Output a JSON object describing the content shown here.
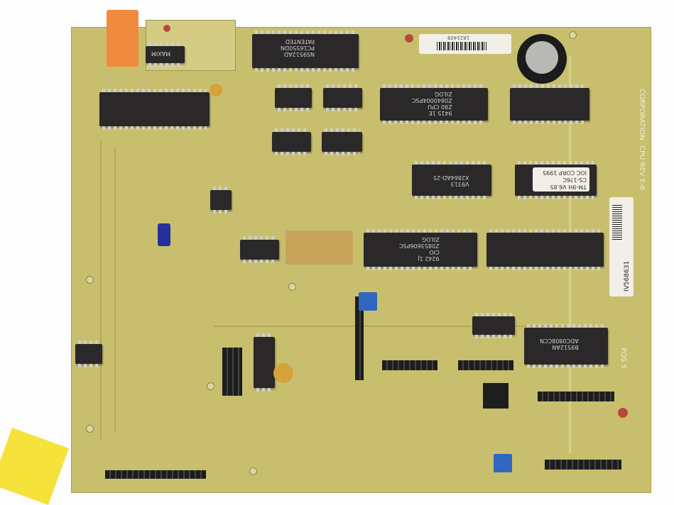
{
  "chips": {
    "uart": [
      "NS9512AD",
      "PC16550DN",
      "PATENTED"
    ],
    "cpu": [
      "ZILOG",
      "Z0840004PSC",
      "Z80 CPU",
      "9415 1E"
    ],
    "cio": [
      "ZILOG",
      "Z0853606PSC",
      "CIO",
      "9242 1J"
    ],
    "eeprom": [
      "X2864AD-25",
      "V9313"
    ],
    "firmware_label": [
      "TM-9H  V6.85",
      "CS-1?6C",
      "IOC CORP 1995"
    ],
    "adc": [
      "ADC0808CCN",
      "B9512AN"
    ],
    "maxim": "MAXIM"
  },
  "stickers": {
    "top_barcode": "1821409",
    "side_barcode": "IV568631"
  },
  "silkscreen": {
    "board_name": "CPU REV E-6",
    "corporation": "CORPORATION",
    "pos": "POS 5"
  },
  "colors": {
    "board": "#c8bf6e",
    "chip": "#2a2828",
    "connector": "#f08a3c",
    "tag": "#f5e23a"
  }
}
